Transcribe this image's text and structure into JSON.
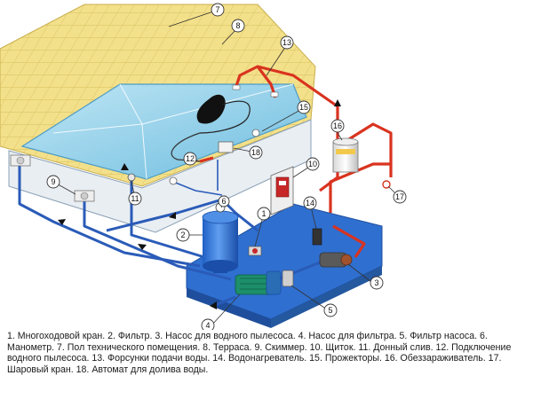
{
  "callouts": [
    {
      "n": "1"
    },
    {
      "n": "2"
    },
    {
      "n": "3"
    },
    {
      "n": "4"
    },
    {
      "n": "5"
    },
    {
      "n": "6"
    },
    {
      "n": "7"
    },
    {
      "n": "8"
    },
    {
      "n": "9"
    },
    {
      "n": "10"
    },
    {
      "n": "11"
    },
    {
      "n": "12"
    },
    {
      "n": "13"
    },
    {
      "n": "14"
    },
    {
      "n": "15"
    },
    {
      "n": "16"
    },
    {
      "n": "17"
    },
    {
      "n": "18"
    }
  ],
  "caption": {
    "text": "1. Многоходовой кран. 2. Фильтр. 3. Насос для водного пылесоса. 4. Насос для фильтра. 5. Фильтр насоса. 6. Манометр. 7. Пол технического помещения. 8. Терраса. 9. Скиммер. 10. Щиток. 11. Донный слив. 12. Подключение водного пылесоса. 13. Форсунки подачи воды. 14. Водонагреватель. 15. Прожекторы. 16. Обеззараживатель. 17. Шаровый кран. 18. Автомат для долива воды."
  },
  "colors": {
    "deck": "#f3e08a",
    "water": "#8ccfe8",
    "floor": "#2f6fd0",
    "pipe_hot": "#d9331f",
    "pipe_cold": "#2a5bb8"
  }
}
